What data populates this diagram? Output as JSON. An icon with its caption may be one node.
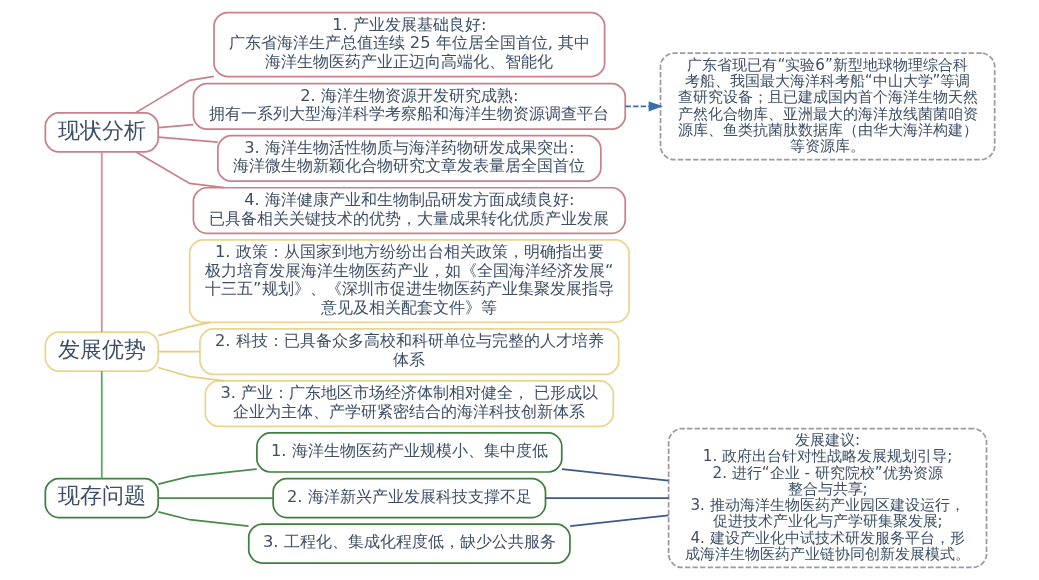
{
  "diagram": {
    "nodes": [
      {
        "text": [
          "现状分析"
        ]
      },
      {
        "text": [
          "1. 产业发展基础良好:",
          "广东省海洋生产总值连续 25 年位居全国首位, 其中海洋生物医药产业正迈向高端化、智能化"
        ]
      },
      {
        "text": [
          "2. 海洋生物资源开发研究成熟:",
          "拥有一系列大型海洋科学考察船和海洋生物资源调查平台"
        ]
      },
      {
        "text": [
          "3. 海洋生物活性物质与海洋药物研发成果突出:",
          "海洋微生物新颖化合物研究文章发表量居全国首位"
        ]
      },
      {
        "text": [
          "4. 海洋健康产业和生物制品研发方面成绩良好:",
          "已具备相关关键技术的优势，大量成果转化优质产业发展"
        ]
      },
      {
        "text": [
          "广东省现已有“实验6”新型地球物理综合科考船、我国最大海洋科考船“中山大学”等调查研究设备；且已建成国内首个海洋生物天然产然化合物库、亚洲最大的海洋放线菌菌咱资源库、鱼类抗菌肽数据库（由华大海洋构建）等资源库。"
        ]
      },
      {
        "text": [
          "发展优势"
        ]
      },
      {
        "text": [
          "1. 政策：从国家到地方纷纷出台相关政策，明确指出要极力培育发展海洋生物医药产业，如《全国海洋经济发展“十三五”规划》、《深圳市促进生物医药产业集聚发展指导意见及相关配套文件》等"
        ]
      },
      {
        "text": [
          "2. 科技：已具备众多高校和科研单位与完整的人才培养体系"
        ]
      },
      {
        "text": [
          "3. 产业：广东地区市场经济体制相对健全， 已形成以企业为主体、产学研紧密结合的海洋科技创新体系"
        ]
      },
      {
        "text": [
          "现存问题"
        ]
      },
      {
        "text": [
          "1. 海洋生物医药产业规模小、集中度低"
        ]
      },
      {
        "text": [
          "2. 海洋新兴产业发展科技支撑不足"
        ]
      },
      {
        "text": [
          "3. 工程化、集成化程度低，缺少公共服务"
        ]
      },
      {
        "text": [
          "发展建议:",
          "1. 政府出台针对性战略发展规划引导;",
          "2. 进行“企业 - 研究院校”优势资源整合与共享;",
          "3. 推动海洋生物医药产业园区建设运行，促进技术产业化与产学研集聚发展;",
          "4. 建设产业化中试技术研发服务平台，形成海洋生物医药产业链协同创新发展模式。"
        ]
      }
    ],
    "edges": [
      {
        "from": 0,
        "to": 6,
        "arrow": "none",
        "color": "#d98a92"
      },
      {
        "from": 6,
        "to": 10,
        "arrow": "none",
        "color": "#4caf50"
      },
      {
        "from": 0,
        "to": 1,
        "arrow": "none",
        "color": "#c98088"
      },
      {
        "from": 0,
        "to": 2,
        "arrow": "none",
        "color": "#c98088"
      },
      {
        "from": 0,
        "to": 3,
        "arrow": "none",
        "color": "#c98088"
      },
      {
        "from": 0,
        "to": 4,
        "arrow": "none",
        "color": "#c98088"
      },
      {
        "from": 2,
        "to": 5,
        "arrow": "to",
        "style": "dashed",
        "color": "#3b6fa8"
      },
      {
        "from": 6,
        "to": 7,
        "arrow": "none",
        "color": "#e8cc80"
      },
      {
        "from": 6,
        "to": 8,
        "arrow": "none",
        "color": "#e8cc80"
      },
      {
        "from": 6,
        "to": 9,
        "arrow": "none",
        "color": "#e8cc80"
      },
      {
        "from": 10,
        "to": 11,
        "arrow": "none",
        "color": "#4a8a4a"
      },
      {
        "from": 10,
        "to": 12,
        "arrow": "none",
        "color": "#4a8a4a"
      },
      {
        "from": 10,
        "to": 13,
        "arrow": "none",
        "color": "#4a8a4a"
      },
      {
        "from": 11,
        "to": 14,
        "arrow": "none",
        "color": "#3b5a8a"
      },
      {
        "from": 12,
        "to": 14,
        "arrow": "none",
        "color": "#3b5a8a"
      },
      {
        "from": 13,
        "to": 14,
        "arrow": "none",
        "color": "#3b5a8a"
      }
    ]
  }
}
